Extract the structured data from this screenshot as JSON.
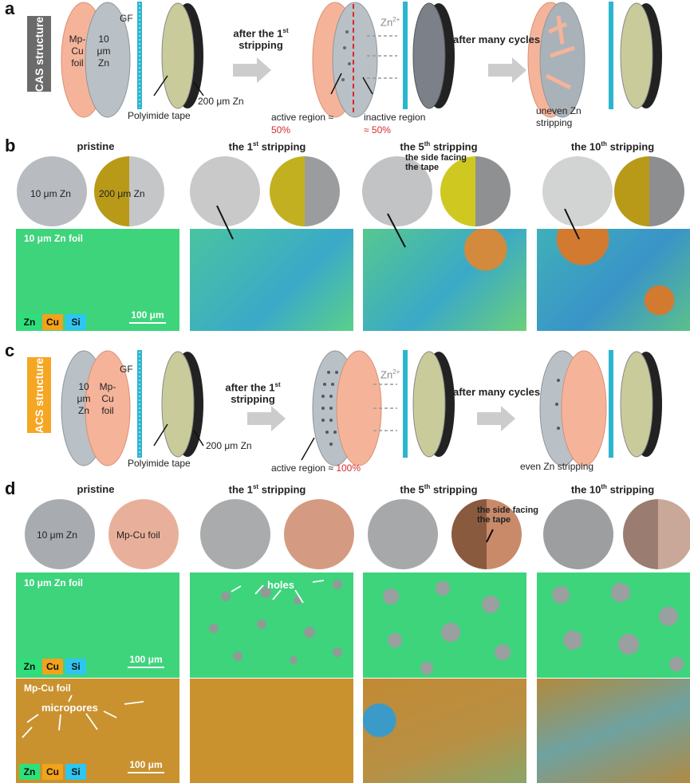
{
  "panels": {
    "a": "a",
    "b": "b",
    "c": "c",
    "d": "d"
  },
  "panel_a": {
    "tab": "CAS structure",
    "foil": "Mp-\nCu\nfoil",
    "zn10": "10\nμm\nZn",
    "gf": "GF",
    "zn200": "200 μm Zn",
    "tape": "Polyimide tape",
    "step1_pre": "after the 1",
    "step1_sup": "st",
    "step1_post": "stripping",
    "zn2": "Zn",
    "zn2_sup": "2+",
    "active": "active region ≈",
    "active_val": "50%",
    "inactive": "inactive region",
    "inactive_val": "≈ 50%",
    "cycles": "after many cycles",
    "uneven": "uneven Zn\nstripping"
  },
  "panel_b": {
    "titles": [
      "pristine",
      "the 1",
      "the 5",
      "the 10"
    ],
    "sups": [
      "",
      "st",
      "th",
      "th"
    ],
    "suffix": [
      "",
      "stripping",
      "stripping",
      "stripping"
    ],
    "zn10": "10 μm Zn",
    "zn200": "200 μm Zn",
    "side": "the side facing\nthe tape",
    "map_label": "10 μm Zn foil",
    "scale": "100 μm"
  },
  "panel_c": {
    "tab": "ACS structure",
    "zn10": "10\nμm\nZn",
    "foil": "Mp-\nCu\nfoil",
    "gf": "GF",
    "zn200": "200 μm Zn",
    "tape": "Polyimide tape",
    "step1_pre": "after the 1",
    "step1_sup": "st",
    "step1_post": "stripping",
    "zn2": "Zn",
    "zn2_sup": "2+",
    "active": "active region ≈",
    "active_val": "100%",
    "cycles": "after many cycles",
    "even": "even Zn stripping"
  },
  "panel_d": {
    "titles": [
      "pristine",
      "the 1",
      "the 5",
      "the 10"
    ],
    "sups": [
      "",
      "st",
      "th",
      "th"
    ],
    "suffix": [
      "",
      "stripping",
      "stripping",
      "stripping"
    ],
    "zn10": "10 μm Zn",
    "cufoil": "Mp-Cu foil",
    "side": "the side facing\nthe tape",
    "map_label": "10 μm Zn foil",
    "holes": "holes",
    "cu_label": "Mp-Cu foil",
    "micropores": "micropores",
    "scale": "100 μm"
  },
  "legend": {
    "zn": "Zn",
    "cu": "Cu",
    "si": "Si"
  },
  "colors": {
    "zn": "#2ee07a",
    "cu": "#f2a31b",
    "si": "#2ec6f0",
    "cas_tab": "#6b6b6b",
    "acs_tab": "#f5a623",
    "foil": "#f5b49a",
    "zinc": "#b9c0c6",
    "cyan": "#2cb5cf",
    "red": "#d62a2a"
  }
}
